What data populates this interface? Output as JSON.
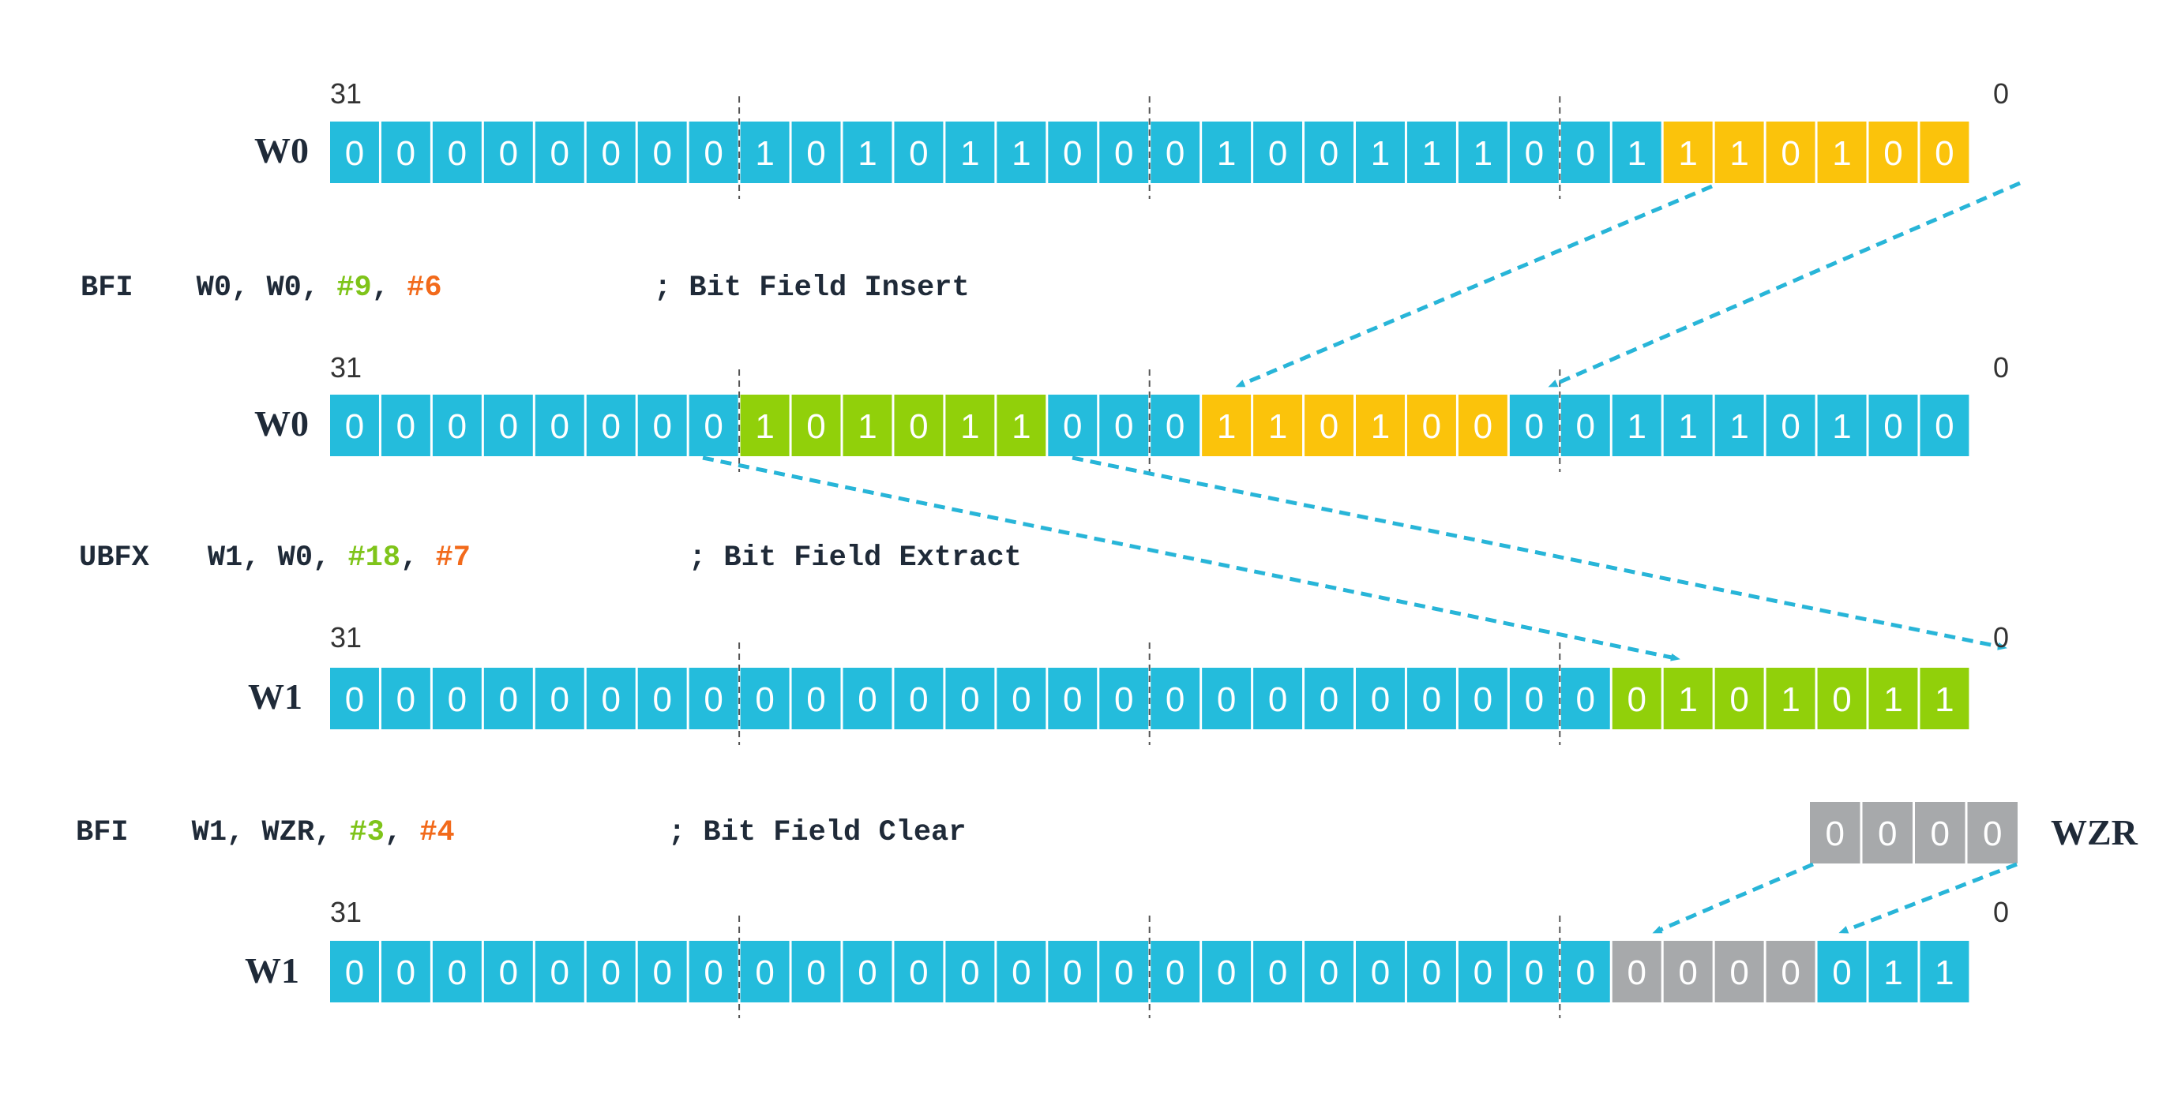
{
  "colors": {
    "blue": "#24bcdc",
    "yellow": "#fbc30b",
    "green": "#91d00a",
    "grey": "#a7a9ab",
    "arrow": "#28b5d8",
    "operand_green": "#7fc41a",
    "operand_orange": "#f26a1b",
    "text_dark": "#1f2a38"
  },
  "registers": [
    {
      "name": "W0",
      "msb_label": "31",
      "lsb_label": "0",
      "bits": "00000000101011000100111001110100",
      "highlights": [
        {
          "from_bit": 5,
          "to_bit": 0,
          "color": "yellow"
        }
      ]
    },
    {
      "name": "W0",
      "msb_label": "31",
      "lsb_label": "0",
      "bits": "00000000101011000110100001110100",
      "highlights": [
        {
          "from_bit": 23,
          "to_bit": 18,
          "color": "green"
        },
        {
          "from_bit": 14,
          "to_bit": 9,
          "color": "yellow"
        }
      ]
    },
    {
      "name": "W1",
      "msb_label": "31",
      "lsb_label": "0",
      "bits": "00000000000000000000000000101011",
      "highlights": [
        {
          "from_bit": 6,
          "to_bit": 0,
          "color": "green"
        }
      ]
    },
    {
      "name": "W1",
      "msb_label": "31",
      "lsb_label": "0",
      "bits": "00000000000000000000000000000011",
      "highlights": [
        {
          "from_bit": 6,
          "to_bit": 3,
          "color": "grey"
        }
      ]
    }
  ],
  "instructions": [
    {
      "mnemonic": "BFI",
      "operands": "W0, W0, ",
      "imm1": "#9",
      "sep": ", ",
      "imm2": "#6",
      "comment": "; Bit Field Insert"
    },
    {
      "mnemonic": "UBFX",
      "operands": "W1, W0, ",
      "imm1": "#18",
      "sep": ", ",
      "imm2": "#7",
      "comment": "; Bit Field Extract"
    },
    {
      "mnemonic": "BFI",
      "operands": "W1, WZR, ",
      "imm1": "#3",
      "sep": ", ",
      "imm2": "#4",
      "comment": "; Bit Field Clear"
    }
  ],
  "zero_register": {
    "name": "WZR",
    "bits": "0000"
  }
}
